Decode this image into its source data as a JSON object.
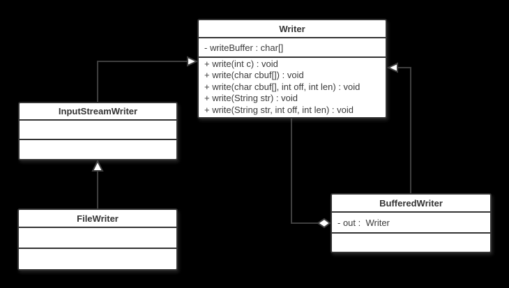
{
  "diagram": {
    "type": "uml-class-diagram",
    "background_color": "#000000",
    "box_fill": "#ffffff",
    "box_border_color": "#333333",
    "connector_color": "#3f3f3f",
    "text_color": "#333333"
  },
  "classes": {
    "writer": {
      "name": "Writer",
      "attributes": [
        "- writeBuffer : char[]"
      ],
      "methods": [
        "+ write(int c) : void",
        "+ write(char cbuf[]) : void",
        "+ write(char cbuf[], int off, int len) : void",
        "+ write(String str) : void",
        "+ write(String str, int off, int len) : void"
      ]
    },
    "input_stream_writer": {
      "name": "InputStreamWriter",
      "attributes": [],
      "methods": []
    },
    "file_writer": {
      "name": "FileWriter",
      "attributes": [],
      "methods": []
    },
    "buffered_writer": {
      "name": "BufferedWriter",
      "attributes": [
        "- out :  Writer"
      ],
      "methods": []
    }
  },
  "relationships": [
    {
      "from": "InputStreamWriter",
      "to": "Writer",
      "type": "generalization"
    },
    {
      "from": "FileWriter",
      "to": "InputStreamWriter",
      "type": "generalization"
    },
    {
      "from": "BufferedWriter",
      "to": "Writer",
      "type": "generalization"
    },
    {
      "from": "BufferedWriter",
      "to": "Writer",
      "type": "aggregation",
      "role": "out"
    }
  ]
}
